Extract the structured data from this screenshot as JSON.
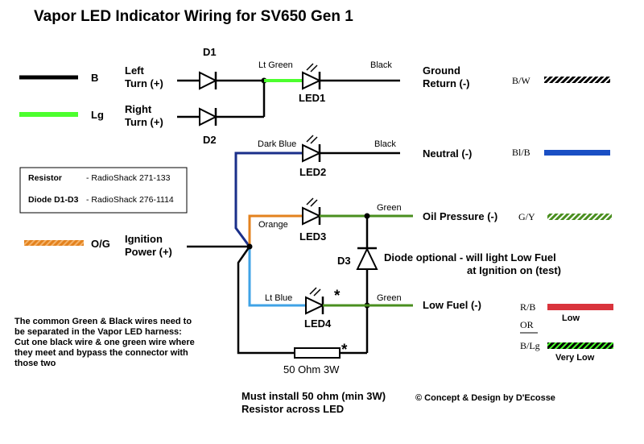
{
  "title": "Vapor LED Indicator Wiring for SV650 Gen 1",
  "colors": {
    "black": "#000000",
    "light_green": "#4cff2e",
    "dark_blue": "#1a2f8a",
    "orange": "#e3821e",
    "light_blue": "#3fa3e6",
    "green": "#4a8f1f",
    "red_black": "#d9343c"
  },
  "legend_left": {
    "b": "B",
    "lg": "Lg",
    "og": "O/G"
  },
  "inputs": {
    "left_turn_1": "Left",
    "left_turn_2": "Turn (+)",
    "right_turn_1": "Right",
    "right_turn_2": "Turn (+)",
    "ignition_1": "Ignition",
    "ignition_2": "Power (+)"
  },
  "diodes": {
    "d1": "D1",
    "d2": "D2",
    "d3": "D3"
  },
  "leds": {
    "led1": "LED1",
    "led2": "LED2",
    "led3": "LED3",
    "led4": "LED4"
  },
  "wire_labels": {
    "lt_green": "Lt Green",
    "black_1": "Black",
    "dark_blue": "Dark Blue",
    "black_2": "Black",
    "orange": "Orange",
    "green_1": "Green",
    "lt_blue": "Lt Blue",
    "green_2": "Green"
  },
  "outputs": {
    "ground_1": "Ground",
    "ground_2": "Return (-)",
    "neutral": "Neutral (-)",
    "oil": "Oil Pressure (-)",
    "low_fuel": "Low Fuel (-)"
  },
  "legend_right": {
    "bw": "B/W",
    "blb": "Bl/B",
    "gy": "G/Y",
    "rb": "R/B",
    "low": "Low",
    "or": "OR",
    "blg": "B/Lg",
    "very_low": "Very Low"
  },
  "parts_box": {
    "resistor_name": "Resistor",
    "resistor_part": "- RadioShack 271-133",
    "diode_name": "Diode D1-D3",
    "diode_part": "- RadioShack 276-1114"
  },
  "notes": {
    "diode_optional_1": "Diode optional - will light Low Fuel",
    "diode_optional_2": "at Ignition on (test)",
    "common_1": "The common Green & Black wires need to",
    "common_2": "be separated in the Vapor LED harness:",
    "common_3": "Cut one black wire & one green wire where",
    "common_4": "they meet and bypass the connector with",
    "common_5": "those two",
    "asterisk_1": "*",
    "asterisk_2": "*",
    "resistor_value": "50 Ohm 3W",
    "must_1": "Must install 50 ohm (min 3W)",
    "must_2": "Resistor across LED",
    "credit": "© Concept & Design by D'Ecosse"
  }
}
